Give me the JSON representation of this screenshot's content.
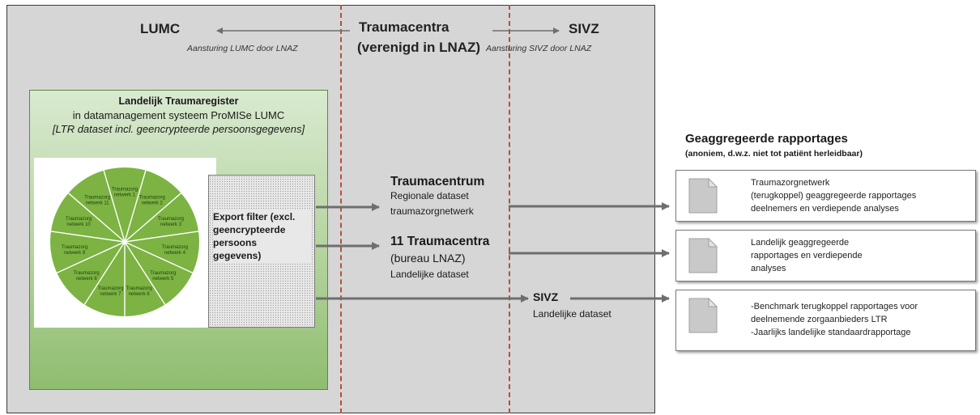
{
  "header": {
    "lumc": "LUMC",
    "traumacentra": "Traumacentra",
    "verenigd": "(verenigd in LNAZ)",
    "sivz": "SIVZ",
    "aansturing_lumc": "Aansturing LUMC door LNAZ",
    "aansturing_sivz": "Aansturing SIVZ door LNAZ"
  },
  "register": {
    "title": "Landelijk Traumaregister",
    "subtitle": "in datamanagement systeem ProMISe LUMC",
    "dataset": "[LTR dataset incl. geencrypteerde persoonsgegevens]"
  },
  "wheel": {
    "slices": [
      {
        "line1": "Traumazorg",
        "line2": "netwerk 1"
      },
      {
        "line1": "Traumazorg",
        "line2": "netwerk 2"
      },
      {
        "line1": "Traumazorg",
        "line2": "netwerk 3"
      },
      {
        "line1": "Traumazorg",
        "line2": "netwerk 4"
      },
      {
        "line1": "Traumazorg",
        "line2": "netwerk 5"
      },
      {
        "line1": "Traumazorg",
        "line2": "netwerk 6"
      },
      {
        "line1": "Traumazorg",
        "line2": "netwerk 7"
      },
      {
        "line1": "Traumazorg",
        "line2": "netwerk 8"
      },
      {
        "line1": "Traumazorg",
        "line2": "netwerk 9"
      },
      {
        "line1": "Traumazorg",
        "line2": "netwerk 10"
      },
      {
        "line1": "Traumazorg",
        "line2": "netwerk 11"
      }
    ],
    "color": "#7cb342",
    "line_color": "#ffffff"
  },
  "filter": {
    "line1": "Export filter (excl.",
    "line2": "geencrypteerde",
    "line3": "persoons",
    "line4": "gegevens)"
  },
  "outputs": {
    "traumacentrum": {
      "title": "Traumacentrum",
      "line1": "Regionale dataset",
      "line2": "traumazorgnetwerk"
    },
    "traumacentra11": {
      "title": "11 Traumacentra",
      "line1": "(bureau LNAZ)",
      "line2": "Landelijke dataset"
    },
    "sivz": {
      "title": "SIVZ",
      "line1": "Landelijke dataset"
    }
  },
  "reports": {
    "title": "Geaggregeerde rapportages",
    "subtitle": "(anoniem, d.w.z. niet tot patiënt herleidbaar)",
    "items": [
      {
        "lines": [
          "Traumazorgnetwerk",
          "(terugkoppel) geaggregeerde rapportages",
          "deelnemers en verdiepende analyses"
        ]
      },
      {
        "lines": [
          "Landelijk geaggregeerde",
          "rapportages en verdiepende",
          "analyses"
        ]
      },
      {
        "lines": [
          "-Benchmark terugkoppel rapportages voor",
          "deelnemende zorgaanbieders LTR",
          "-Jaarlijks landelijke standaardrapportage"
        ]
      }
    ]
  },
  "colors": {
    "panel": "#d6d6d6",
    "dash": "#b8503c",
    "arrow": "#6e6e6e",
    "green_box": "#b4d39e"
  }
}
